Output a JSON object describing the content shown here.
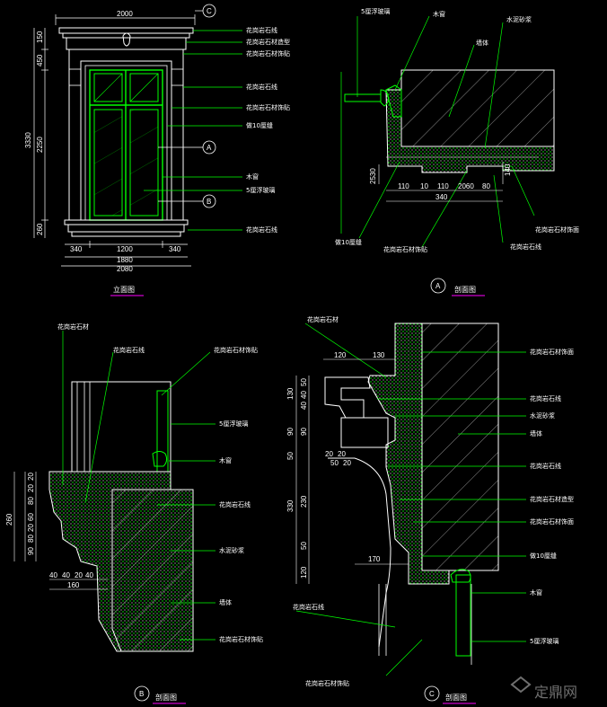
{
  "colors": {
    "background": "#000000",
    "outline": "#00ff00",
    "frame": "#ffffff",
    "leader": "#00ff00",
    "stucco": "#00ff00",
    "text": "#ffffff",
    "underline": "#ff00ff",
    "watermark": "#6f6f6f"
  },
  "elevation": {
    "title": "立面图",
    "top_width": "2000",
    "left_dims": [
      "3330",
      "150",
      "450",
      "2250",
      "260"
    ],
    "bottom_dims": [
      "340",
      "1200",
      "340",
      "1880",
      "2080"
    ],
    "labels": [
      "花岗岩石线",
      "花岗岩石材造型",
      "花岗岩石材饰贴",
      "花岗岩石线",
      "花岗岩石材饰贴",
      "做10厘缝",
      "木窗",
      "5厘浮玻璃",
      "花岗岩石线"
    ],
    "marks": [
      "C",
      "A",
      "B"
    ]
  },
  "section_a": {
    "title": "剖面图",
    "mark": "A",
    "labels": [
      "5厘浮玻璃",
      "木窗",
      "水泥砂浆",
      "墙体",
      "花岗岩石材饰面",
      "做10厘缝",
      "花岗岩石材饰贴",
      "花岗岩石线"
    ],
    "dims": [
      "2530",
      "110",
      "10",
      "110",
      "2060",
      "80",
      "340",
      "140"
    ]
  },
  "section_b": {
    "title": "剖面图",
    "mark": "B",
    "labels": [
      "花岗岩石材",
      "花岗岩石线",
      "花岗岩石材饰贴",
      "5厘浮玻璃",
      "木窗",
      "花岗岩石线",
      "水泥砂浆",
      "墙体",
      "花岗岩石材饰贴"
    ],
    "dims": [
      "260",
      "20",
      "20",
      "80",
      "60",
      "20",
      "80",
      "90",
      "40",
      "40",
      "20",
      "40",
      "160"
    ]
  },
  "section_c": {
    "title": "剖面图",
    "mark": "C",
    "labels": [
      "花岗岩石材",
      "花岗岩石材饰面",
      "花岗岩石线",
      "水泥砂浆",
      "墙体",
      "花岗岩石线",
      "花岗岩石材造型",
      "花岗岩石材饰面",
      "做10厘缝",
      "木窗",
      "5厘浮玻璃",
      "花岗岩石线",
      "花岗岩石材饰贴"
    ],
    "dims": [
      "120",
      "130",
      "130",
      "50",
      "40",
      "40",
      "90",
      "90",
      "50",
      "20",
      "20",
      "50",
      "20",
      "230",
      "330",
      "50",
      "120",
      "170"
    ]
  },
  "watermark": "定鼎网"
}
